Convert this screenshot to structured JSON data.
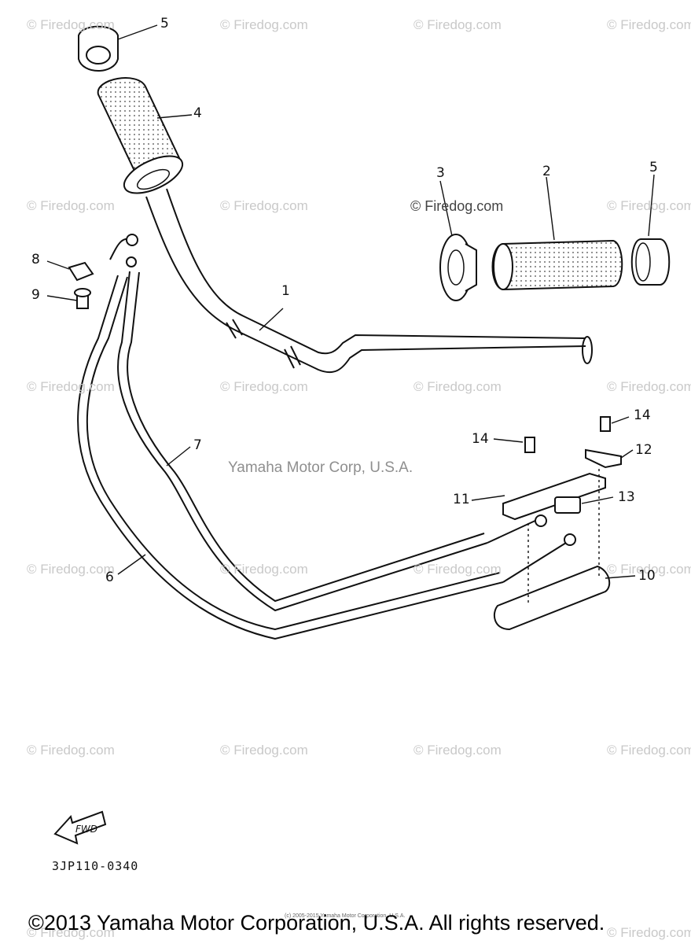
{
  "watermark": "© Firedog.com",
  "center_credit": "Yamaha Motor Corp, U.S.A.",
  "inline_label": "© Firedog.com",
  "callouts": [
    "5",
    "4",
    "3",
    "2",
    "5",
    "1",
    "8",
    "9",
    "7",
    "6",
    "14",
    "14",
    "12",
    "11",
    "13",
    "10"
  ],
  "fwd_label": "FWD",
  "diagram_code": "3JP110-0340",
  "fine_print": "(c) 2005-2015 Yamaha Motor Corporation, U.S.A.",
  "copyright": "©2013 Yamaha Motor Corporation, U.S.A. All rights reserved."
}
